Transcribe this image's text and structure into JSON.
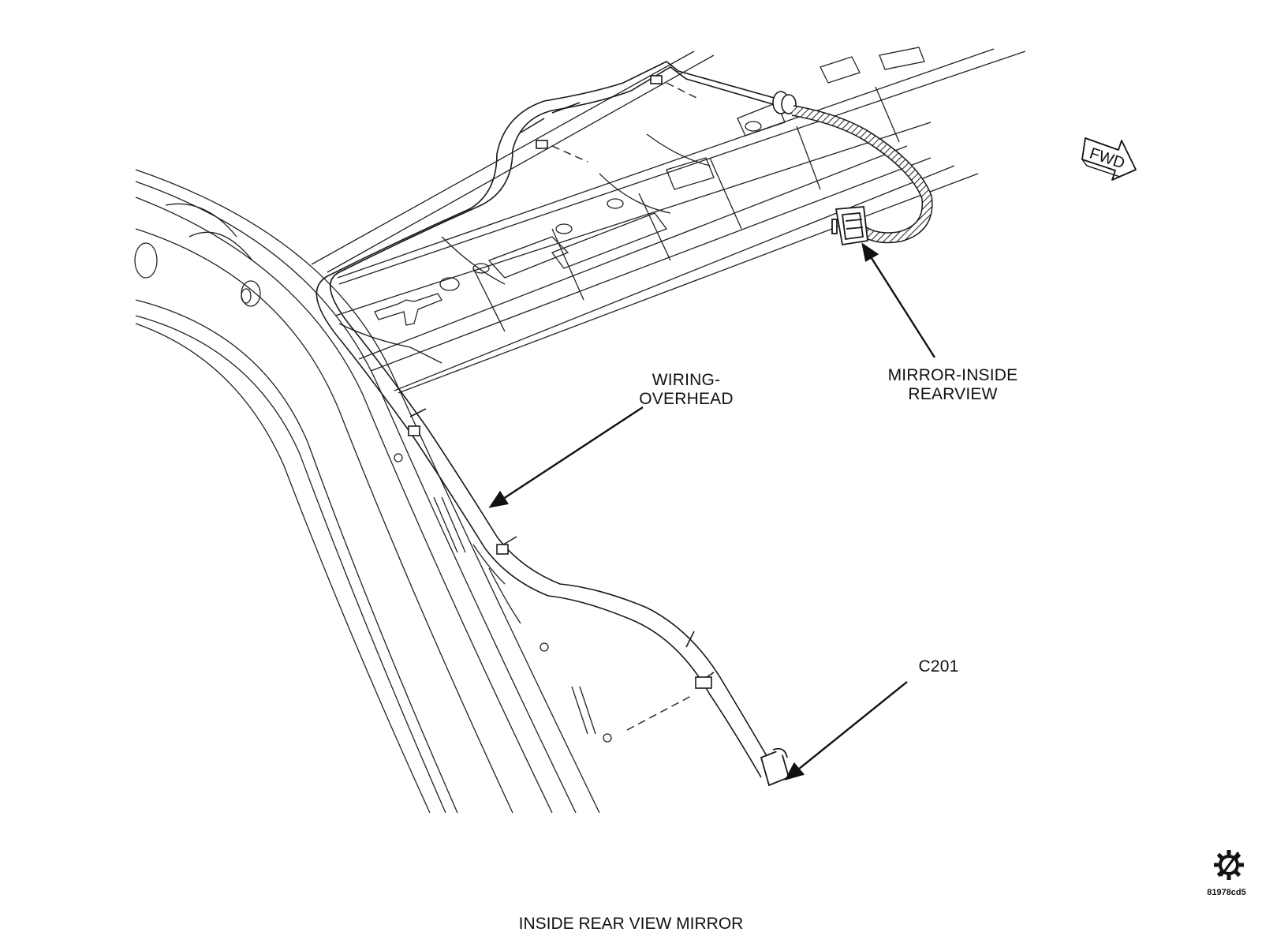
{
  "labels": {
    "wiring": [
      "WIRING-",
      "OVERHEAD"
    ],
    "mirror": [
      "MIRROR-INSIDE",
      "REARVIEW"
    ],
    "connector": "C201",
    "fwd": "FWD"
  },
  "caption": "INSIDE REAR VIEW MIRROR",
  "figure_id": "81978cd5",
  "icons": [
    "forward-arrow-icon",
    "gear-icon"
  ],
  "colors": {
    "line": "#1a1a1a",
    "background": "#ffffff"
  }
}
